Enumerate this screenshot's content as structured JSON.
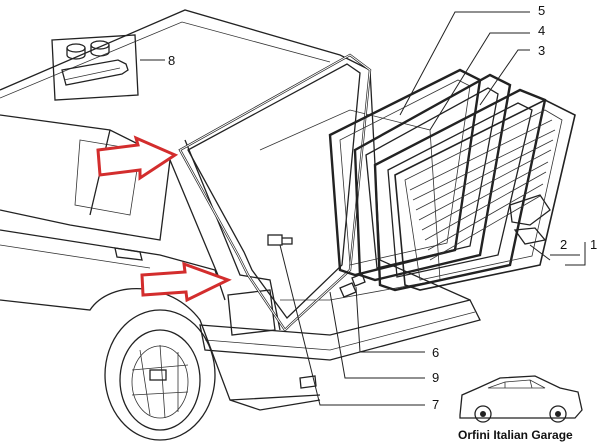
{
  "callouts": [
    {
      "id": "1",
      "label": "1"
    },
    {
      "id": "2",
      "label": "2"
    },
    {
      "id": "3",
      "label": "3"
    },
    {
      "id": "4",
      "label": "4"
    },
    {
      "id": "5",
      "label": "5"
    },
    {
      "id": "6",
      "label": "6"
    },
    {
      "id": "7",
      "label": "7"
    },
    {
      "id": "8",
      "label": "8"
    },
    {
      "id": "9",
      "label": "9"
    }
  ],
  "brand": {
    "text": "Orfini Italian Garage"
  },
  "colors": {
    "arrow": "#d32d2d",
    "line": "#222222",
    "background": "#ffffff"
  },
  "icons": [
    "red-pointer-arrow",
    "sealant-tube-icon",
    "clip-cap-icon",
    "car-silhouette-icon"
  ]
}
